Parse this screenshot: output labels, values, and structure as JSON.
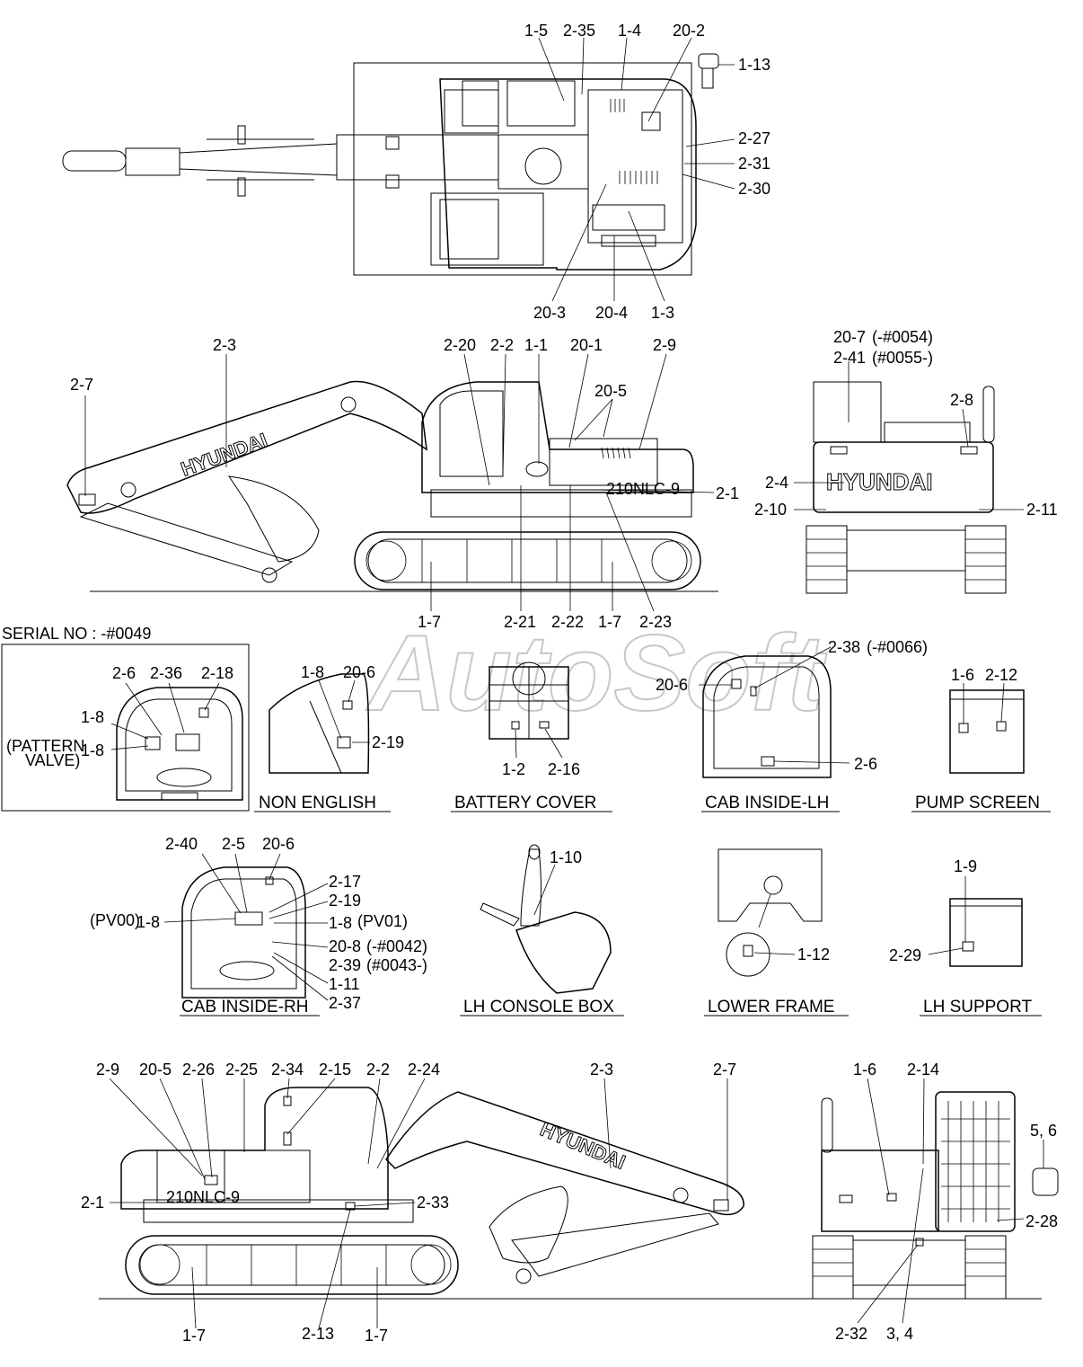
{
  "watermark": "AutoSoft",
  "serial_note": "SERIAL NO : -#0049",
  "brand": "HYUNDAI",
  "model_badge": "210NLC-9",
  "captions": {
    "non_english": "NON ENGLISH",
    "battery_cover": "BATTERY COVER",
    "cab_inside_lh": "CAB INSIDE-LH",
    "pump_screen": "PUMP SCREEN",
    "cab_inside_rh": "CAB INSIDE-RH",
    "lh_console_box": "LH CONSOLE BOX",
    "lower_frame": "LOWER FRAME",
    "lh_support": "LH SUPPORT"
  },
  "callouts": {
    "top_view": [
      "1-5",
      "2-35",
      "1-4",
      "20-2",
      "1-13",
      "2-27",
      "2-31",
      "2-30",
      "20-3",
      "20-4",
      "1-3"
    ],
    "left_side": [
      "2-7",
      "2-3",
      "2-20",
      "2-2",
      "1-1",
      "20-1",
      "2-9",
      "20-5",
      "2-1",
      "1-7",
      "2-21",
      "2-22",
      "1-7",
      "2-23"
    ],
    "rear_view": [
      "20-7",
      "(-#0054)",
      "2-41",
      "(#0055-)",
      "2-8",
      "2-4",
      "2-10",
      "2-11"
    ],
    "serial_box": [
      "2-6",
      "2-36",
      "2-18",
      "1-8",
      "(PATTERN",
      "1-8",
      "VALVE)"
    ],
    "non_english": [
      "1-8",
      "20-6",
      "2-19"
    ],
    "battery_cover": [
      "1-2",
      "2-16"
    ],
    "cab_inside_lh": [
      "2-38",
      "(-#0066)",
      "20-6",
      "2-6"
    ],
    "pump_screen": [
      "1-6",
      "2-12"
    ],
    "cab_inside_rh": [
      "2-40",
      "2-5",
      "20-6",
      "2-17",
      "2-19",
      "(PV00)",
      "1-8",
      "1-8",
      "(PV01)",
      "20-8",
      "(-#0042)",
      "2-39",
      "(#0043-)",
      "1-11",
      "2-37"
    ],
    "lh_console_box": [
      "1-10"
    ],
    "lower_frame": [
      "1-12"
    ],
    "lh_support": [
      "1-9",
      "2-29"
    ],
    "right_side": [
      "2-9",
      "20-5",
      "2-26",
      "2-25",
      "2-34",
      "2-15",
      "2-2",
      "2-24",
      "2-3",
      "2-7",
      "2-1",
      "2-33",
      "1-7",
      "2-13",
      "1-7"
    ],
    "front_view": [
      "1-6",
      "2-14",
      "5, 6",
      "2-28",
      "2-32",
      "3, 4"
    ]
  }
}
